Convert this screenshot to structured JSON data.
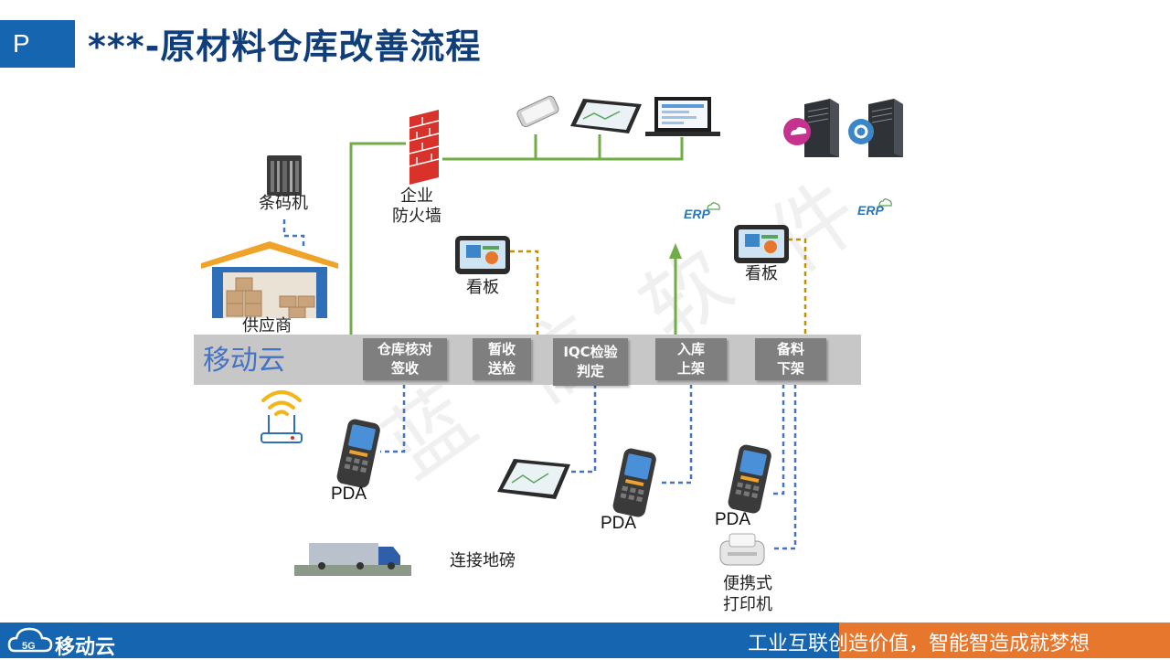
{
  "header": {
    "tag": "P",
    "title": "***-原材料仓库改善流程"
  },
  "labels": {
    "barcode_machine": "条码机",
    "firewall_line1": "企业",
    "firewall_line2": "防火墙",
    "supplier": "供应商",
    "kanban_left": "看板",
    "kanban_right": "看板",
    "erp_left": "ERP",
    "erp_right": "ERP",
    "pda_1": "PDA",
    "pda_2": "PDA",
    "pda_3": "PDA",
    "truck_scale": "连接地磅",
    "printer_line1": "便携式",
    "printer_line2": "打印机"
  },
  "band": {
    "title": "移动云",
    "steps": [
      {
        "line1": "仓库核对",
        "line2": "签收"
      },
      {
        "line1": "暂收",
        "line2": "送检"
      },
      {
        "line1": "IQC检验",
        "line2": "判定"
      },
      {
        "line1": "入库",
        "line2": "上架"
      },
      {
        "line1": "备料",
        "line2": "下架"
      }
    ]
  },
  "watermark": {
    "chars": [
      "蓝",
      "信",
      "软",
      "件"
    ]
  },
  "footer": {
    "logo_text": "移动云",
    "logo_badge": "5G",
    "slogan": "工业互联创造价值，智能智造成就梦想"
  },
  "colors": {
    "primary_blue": "#1565b0",
    "title_blue": "#0f3e7a",
    "accent_orange": "#e8772e",
    "green_link": "#70ad47",
    "gold_link": "#bf9000",
    "blue_dash": "#4472c4",
    "band_gray": "#c7c7c7",
    "step_gray": "#7f7f7f"
  }
}
